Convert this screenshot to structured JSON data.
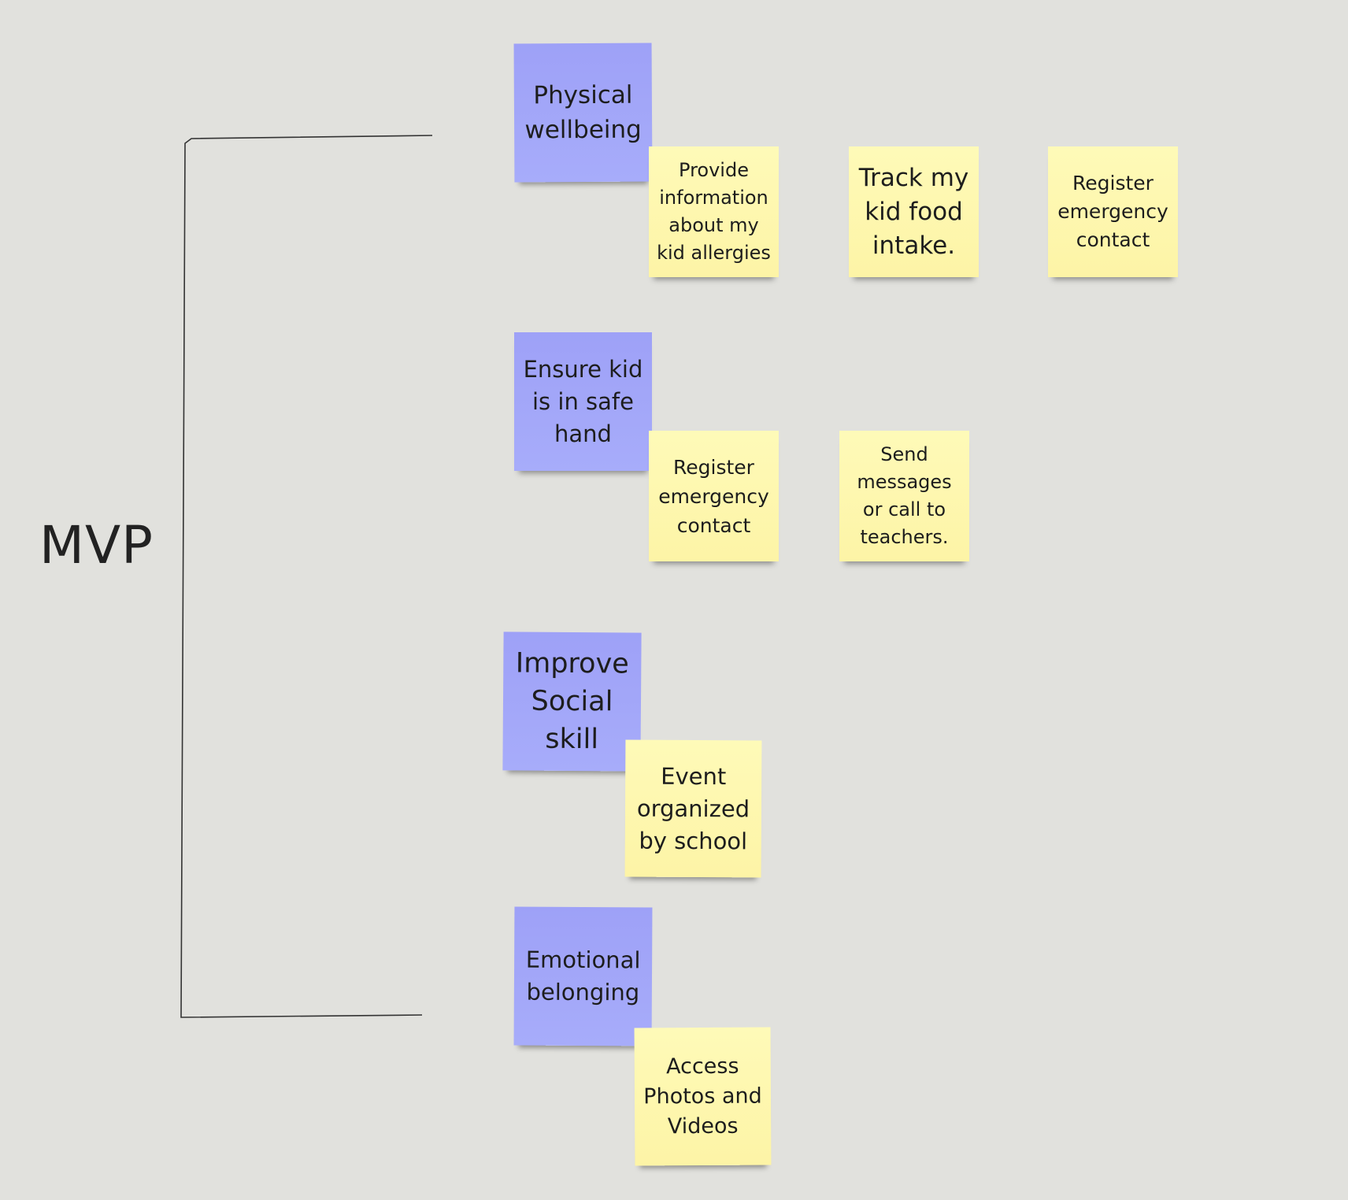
{
  "bracket_label": "MVP",
  "colors": {
    "background": "#e1e1dd",
    "goal_note": "#a3a7f9",
    "feature_note": "#fdf6ad",
    "line": "#333333"
  },
  "goals": [
    {
      "label": "Physical wellbeing"
    },
    {
      "label": "Ensure kid is in safe hand"
    },
    {
      "label": "Improve Social skill"
    },
    {
      "label": "Emotional belonging"
    }
  ],
  "features": [
    {
      "label": "Provide information about my kid allergies"
    },
    {
      "label": "Track my kid food intake."
    },
    {
      "label": "Register emergency contact"
    },
    {
      "label": "Register emergency contact"
    },
    {
      "label": "Send messages or call to teachers."
    },
    {
      "label": "Event organized by school"
    },
    {
      "label": "Access Photos and Videos"
    }
  ]
}
